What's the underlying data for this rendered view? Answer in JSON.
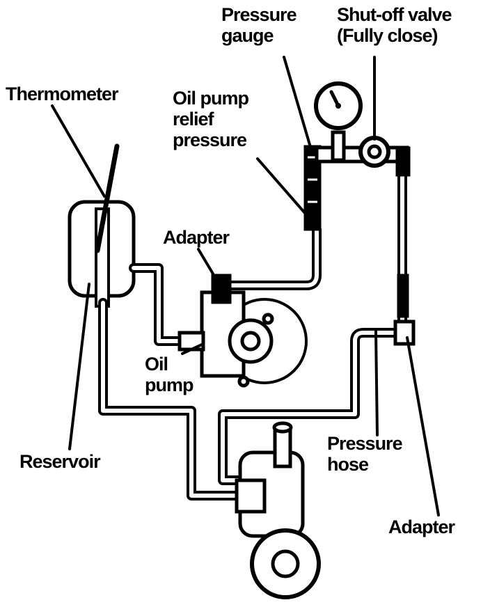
{
  "labels": {
    "pressure_gauge": [
      "Pressure",
      "gauge"
    ],
    "shutoff_valve": [
      "Shut-off valve",
      "(Fully close)"
    ],
    "thermometer": "Thermometer",
    "relief_pressure": [
      "Oil pump",
      "relief",
      "pressure"
    ],
    "adapter_top": "Adapter",
    "oil_pump": [
      "Oil",
      "pump"
    ],
    "reservoir": "Reservoir",
    "pressure_hose": [
      "Pressure",
      "hose"
    ],
    "adapter_bottom": "Adapter"
  }
}
